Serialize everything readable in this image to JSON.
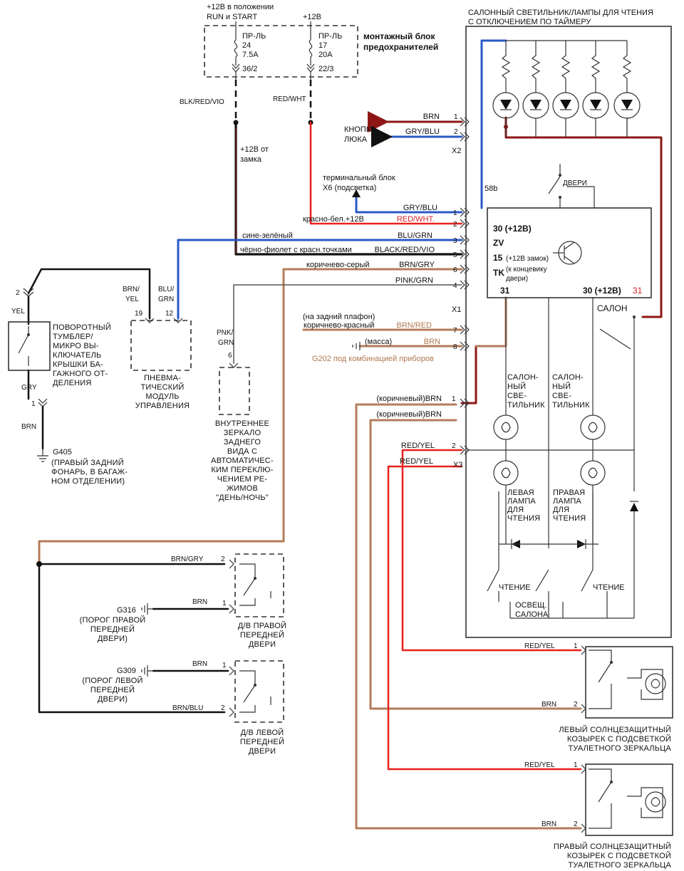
{
  "fuse_block": {
    "supply_run_start_1": "+12В в положении",
    "supply_run_start_2": "RUN и START",
    "supply_12v": "+12В",
    "title_1": "монтажный блок",
    "title_2": "предохранителей",
    "fuse_a": {
      "name": "ПР-ЛЬ",
      "num": "24",
      "amp": "7.5A",
      "pin": "36/2"
    },
    "fuse_b": {
      "name": "ПР-ЛЬ",
      "num": "17",
      "amp": "20A",
      "pin": "22/3"
    },
    "wire_a": "BLK/RED/VIO",
    "wire_b": "RED/WHT",
    "ignition_1": "+12В от",
    "ignition_2": "замка"
  },
  "module": {
    "title_1": "САЛОННЫЙ СВЕТИЛЬНИК/ЛАМПЫ ДЛЯ ЧТЕНИЯ",
    "title_2": "С ОТКЛЮЧЕНИЕМ ПО ТАЙМЕРУ",
    "x2": "X2",
    "x1": "X1",
    "x3": "X3",
    "label_58b": "58b",
    "doors": "ДВЕРИ",
    "salon": "САЛОН",
    "pin30": "30 (+12В)",
    "pinZV": "ZV",
    "pin15": "15",
    "pin15_note": "(+12В замок)",
    "pinTK": "TK",
    "pinTK_note_1": "(к концевику",
    "pinTK_note_2": "двери)",
    "pin31_left": "31",
    "pin30_bottom": "30 (+12В)",
    "pin31_right": "31",
    "lamp_left": [
      "САЛОН-",
      "НЫЙ",
      "СВЕ-",
      "ТИЛЬНИК"
    ],
    "lamp_right": [
      "САЛОН-",
      "НЫЙ",
      "СВЕ-",
      "ТИЛЬНИК"
    ],
    "read_left": [
      "ЛЕВАЯ",
      "ЛАМПА",
      "ДЛЯ",
      "ЧТЕНИЯ"
    ],
    "read_right": [
      "ПРАВАЯ",
      "ЛАМПА",
      "ДЛЯ",
      "ЧТЕНИЯ"
    ],
    "sw_read_left": "ЧТЕНИЕ",
    "sw_read_right": "ЧТЕНИЕ",
    "sw_salon_1": "ОСВЕЩ.",
    "sw_salon_2": "САЛОНА"
  },
  "x2_pins": [
    {
      "num": "1",
      "wire": "BRN"
    },
    {
      "num": "2",
      "wire": "GRY/BLU"
    }
  ],
  "sunroof": {
    "line1": "КНОПКА",
    "line2": "ЛЮКА"
  },
  "terminal": {
    "line1": "терминальный блок",
    "line2": "X6 (подсветка)"
  },
  "x1_pins": [
    {
      "num": "1",
      "wire": "GRY/BLU",
      "note": ""
    },
    {
      "num": "2",
      "wire": "RED/WHT.",
      "note": "красно-бел.+12В"
    },
    {
      "num": "3",
      "wire": "BLU/GRN",
      "note": "сине-зелёный"
    },
    {
      "num": "5",
      "wire": "BLACK/RED/VIO",
      "note": "чёрно-фиолет с красн.точками"
    },
    {
      "num": "6",
      "wire": "BRN/GRY",
      "note": "коричнево-серый"
    },
    {
      "num": "4",
      "wire": "PINK/GRN",
      "note": ""
    },
    {
      "num": "7",
      "wire": "BRN/RED",
      "note": "коричнево-красный"
    },
    {
      "num": "8",
      "wire": "BRN",
      "note": "(масса)"
    }
  ],
  "rear_lamp_note": "(на задний плафон)",
  "g202": "G202 под комбинацией приборов",
  "x3_pins": [
    {
      "num": "1",
      "wire_a": "(коричневый)BRN",
      "wire_b": "(коричневый)BRN"
    },
    {
      "num": "2",
      "wire_a": "RED/YEL",
      "wire_b": "RED/YEL"
    }
  ],
  "trunk_switch": {
    "pin": "2",
    "wire_top": "YEL",
    "wire_mid": "GRY",
    "pin_mid": "1",
    "wire_bot": "BRN",
    "label": [
      "ПОВОРОТНЫЙ",
      "ТУМБЛЕР/",
      "МИКРО ВЫ-",
      "КЛЮЧАТЕЛЬ",
      "КРЫШКИ БА-",
      "ГАЖНОГО ОТ-",
      "ДЕЛЕНИЯ"
    ],
    "ground_id": "G405",
    "ground_label": [
      "(ПРАВЫЙ ЗАДНИЙ",
      "ФОНАРЬ, В БАГАЖ-",
      "НОМ ОТДЕЛЕНИИ)"
    ]
  },
  "pneumo": {
    "wire_a_1": "BRN/",
    "wire_a_2": "YEL",
    "pin_a": "19",
    "wire_b_1": "BLU/",
    "wire_b_2": "GRN",
    "pin_b": "12",
    "label": [
      "ПНЕВМА-",
      "ТИЧЕСКИЙ",
      "МОДУЛЬ",
      "УПРАВЛЕНИЯ"
    ]
  },
  "mirror": {
    "wire_1": "PNK/",
    "wire_2": "GRN",
    "pin": "6",
    "label": [
      "ВНУТРЕННЕЕ",
      "ЗЕРКАЛО",
      "ЗАДНЕГО",
      "ВИДА С",
      "АВТОМАТИЧЕС-",
      "КИМ ПЕРЕКЛЮ-",
      "ЧЕНИЕМ РЕ-",
      "ЖИМОВ",
      "\"ДЕНЬ/НОЧЬ\""
    ]
  },
  "right_door": {
    "wire_top": "BRN/GRY",
    "pin_top": "2",
    "wire_bot": "BRN",
    "pin_bot": "1",
    "ground_id": "G316",
    "ground_label": [
      "(ПОРОГ ПРАВОЙ",
      "ПЕРЕДНЕЙ",
      "ДВЕРИ)"
    ],
    "label": [
      "Д/В ПРАВОЙ",
      "ПЕРЕДНЕЙ",
      "ДВЕРИ"
    ]
  },
  "left_door": {
    "wire_top": "BRN",
    "pin_top": "1",
    "wire_bot": "BRN/BLU",
    "pin_bot": "2",
    "ground_id": "G309",
    "ground_label": [
      "(ПОРОГ ЛЕВОЙ",
      "ПЕРЕДНЕЙ",
      "ДВЕРИ)"
    ],
    "label": [
      "Д/В ЛЕВОЙ",
      "ПЕРЕДНЕЙ",
      "ДВЕРИ"
    ]
  },
  "visor_left": {
    "wire_top": "RED/YEL",
    "pin_top": "1",
    "wire_bot": "BRN",
    "pin_bot": "2",
    "label": [
      "ЛЕВЫЙ СОЛНЦЕЗАЩИТНЫЙ",
      "КОЗЫРЕК С ПОДСВЕТКОЙ",
      "ТУАЛЕТНОГО ЗЕРКАЛЬЦА"
    ]
  },
  "visor_right": {
    "wire_top": "RED/YEL",
    "pin_top": "1",
    "wire_bot": "BRN",
    "pin_bot": "2",
    "label": [
      "ПРАВЫЙ СОЛНЦЕЗАЩИТНЫЙ",
      "КОЗЫРЕК С ПОДСВЕТКОЙ",
      "ТУАЛЕТНОГО ЗЕРКАЛЬЦА"
    ]
  },
  "colors": {
    "red": "#e8211d",
    "dark_red": "#8e1716",
    "blue": "#2a58c6",
    "brown": "#b37c5a",
    "black": "#111111"
  }
}
